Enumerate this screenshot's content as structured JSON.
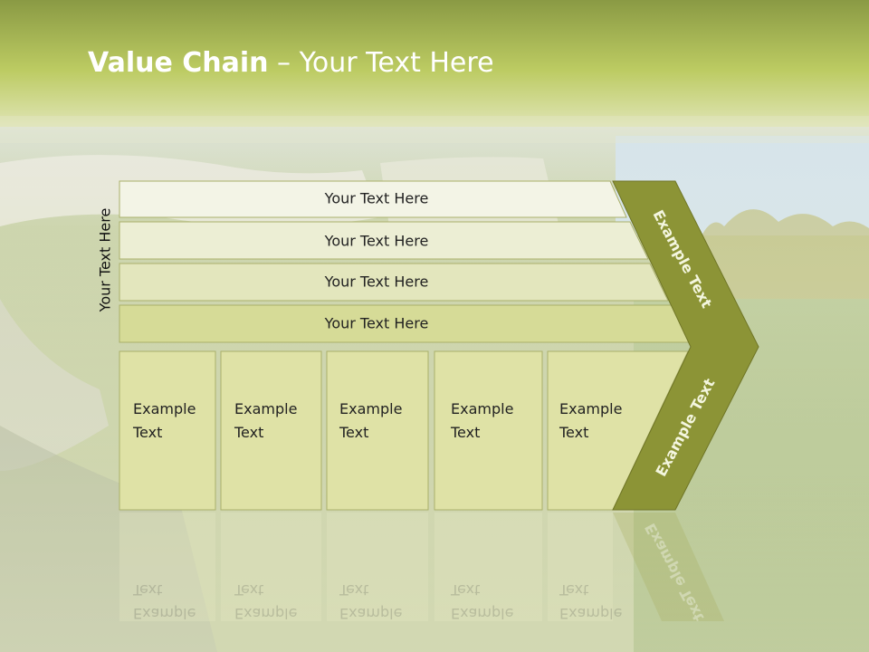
{
  "title": {
    "bold": "Value Chain",
    "rest": " – Your Text Here"
  },
  "vertical_label": "Your Text Here",
  "rows": [
    "Your Text Here",
    "Your Text Here",
    "Your Text Here",
    "Your Text Here"
  ],
  "columns": [
    {
      "line1": "Example",
      "line2": "Text"
    },
    {
      "line1": "Example",
      "line2": "Text"
    },
    {
      "line1": "Example",
      "line2": "Text"
    },
    {
      "line1": "Example",
      "line2": "Text"
    },
    {
      "line1": "Example",
      "line2": "Text"
    }
  ],
  "chevron": {
    "top": "Example Text",
    "bottom": "Example Text"
  },
  "colors": {
    "header": "#b9c56a",
    "chevron": "#8c9436",
    "box": "#dfe2a6",
    "sky": "#cfe2ea",
    "grass": "#9bb36a"
  }
}
